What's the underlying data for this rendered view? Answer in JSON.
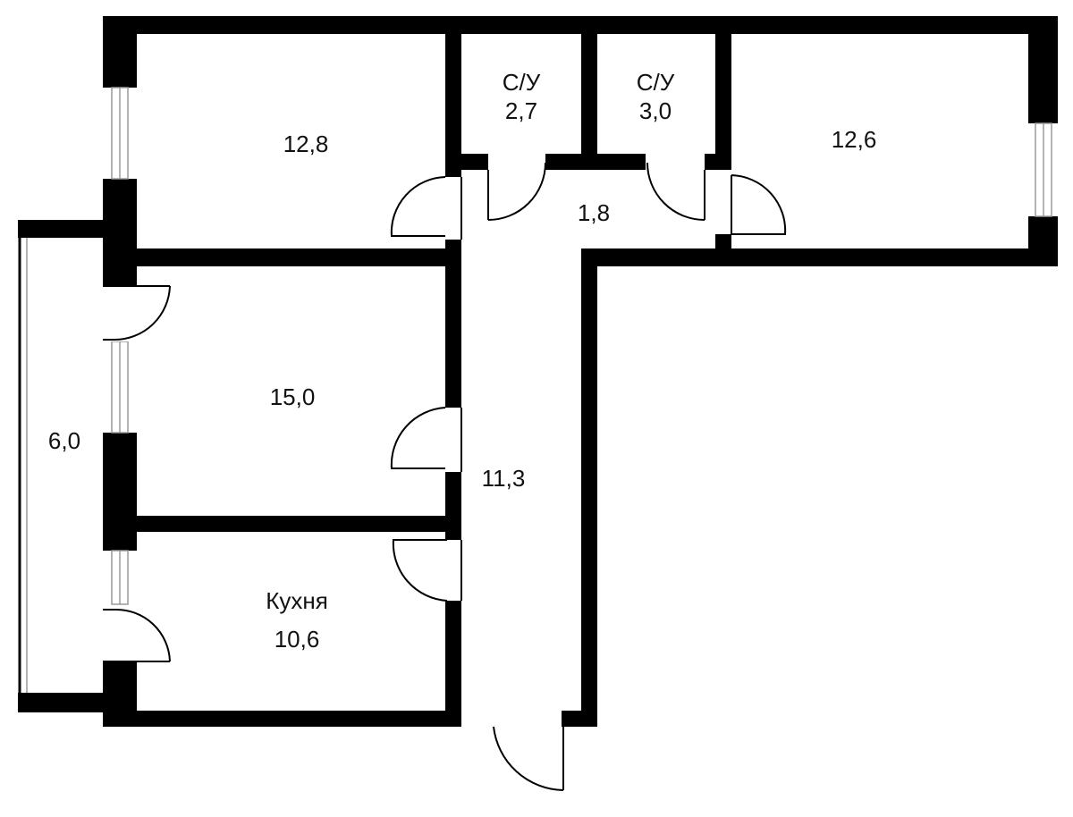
{
  "plan": {
    "rooms": [
      {
        "id": "room-top-left",
        "label": "12,8"
      },
      {
        "id": "bath-1",
        "type_label": "С/У",
        "label": "2,7"
      },
      {
        "id": "bath-2",
        "type_label": "С/У",
        "label": "3,0"
      },
      {
        "id": "room-top-right",
        "label": "12,6"
      },
      {
        "id": "hall-small",
        "label": "1,8"
      },
      {
        "id": "room-middle",
        "label": "15,0"
      },
      {
        "id": "corridor",
        "label": "11,3"
      },
      {
        "id": "kitchen",
        "type_label": "Кухня",
        "label": "10,6"
      },
      {
        "id": "balcony",
        "label": "6,0"
      }
    ]
  }
}
